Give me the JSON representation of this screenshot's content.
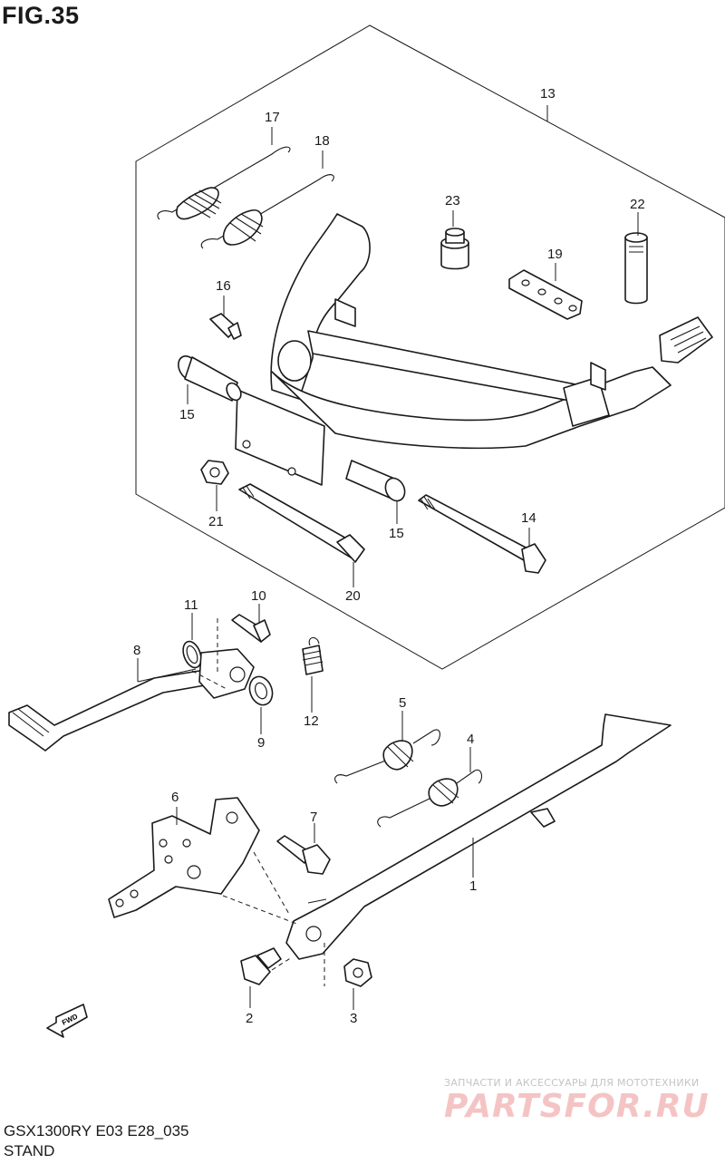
{
  "figure": {
    "title": "FIG.35",
    "model_code": "GSX1300RY E03 E28_035",
    "section_name": "STAND"
  },
  "callouts": [
    "1",
    "2",
    "3",
    "4",
    "5",
    "6",
    "7",
    "8",
    "9",
    "10",
    "11",
    "12",
    "13",
    "14",
    "15",
    "16",
    "17",
    "18",
    "19",
    "20",
    "21",
    "22",
    "23"
  ],
  "direction_marker": {
    "label": "FWD",
    "icon": "arrow-left-down-icon"
  },
  "watermark": {
    "tagline": "ЗАПЧАСТИ И АКСЕССУАРЫ ДЛЯ МОТОТЕХНИКИ",
    "logo": "PARTSFOR.RU",
    "color": "#f4c4c4"
  }
}
